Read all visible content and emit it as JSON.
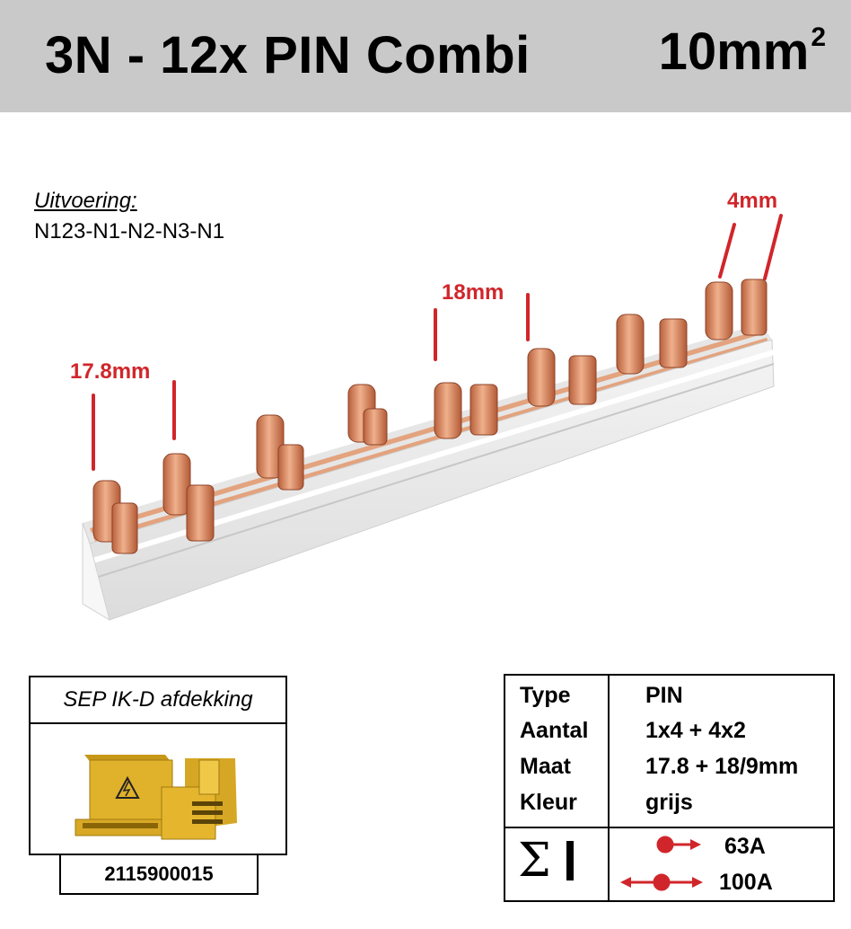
{
  "header": {
    "title": "3N - 12x PIN Combi",
    "section": "10mm",
    "section_sup": "2"
  },
  "uitvoering": {
    "label": "Uitvoering:",
    "value": "N123-N1-N2-N3-N1"
  },
  "dimensions": {
    "d1": "17.8mm",
    "d2": "18mm",
    "d3": "4mm"
  },
  "sep": {
    "title": "SEP IK-D afdekking",
    "code": "2115900015"
  },
  "spec": {
    "rows": [
      {
        "label": "Type",
        "value": "PIN"
      },
      {
        "label": "Aantal",
        "value": "1x4 + 4x2"
      },
      {
        "label": "Maat",
        "value": "17.8 + 18/9mm"
      },
      {
        "label": "Kleur",
        "value": "grijs"
      }
    ],
    "current_single": "63A",
    "current_double": "100A"
  },
  "colors": {
    "accent": "#d0262b",
    "header_bg": "#c9c9c9",
    "copper": "#d88a62",
    "cover": "#e0b12a"
  }
}
